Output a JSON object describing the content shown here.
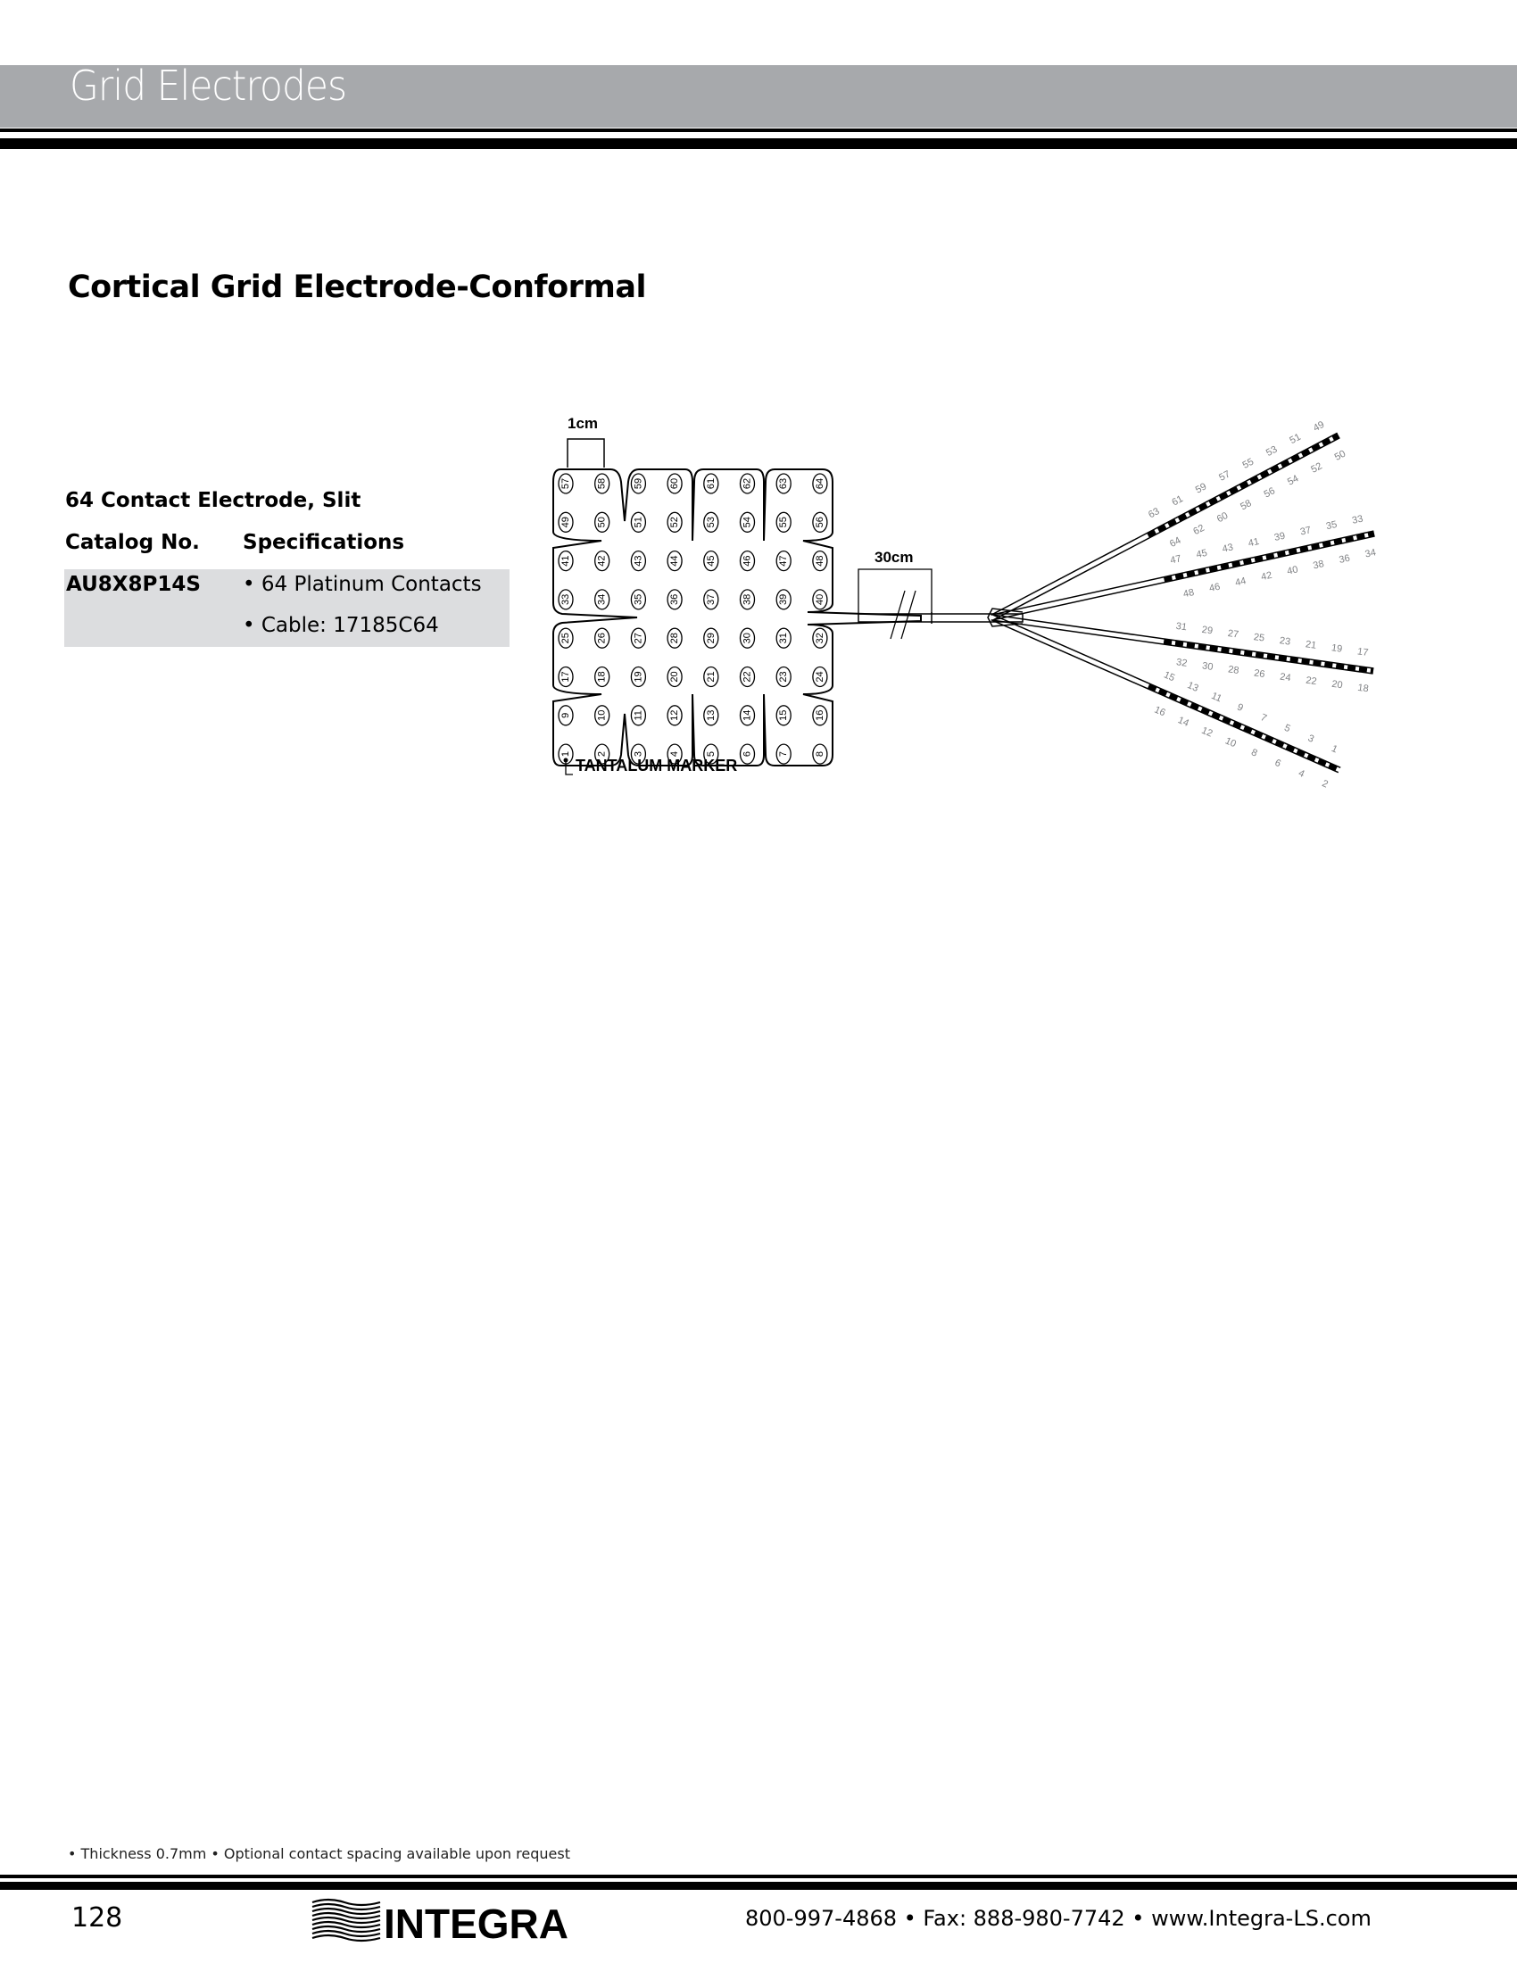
{
  "header": {
    "title": "Grid Electrodes"
  },
  "page_title": "Cortical Grid Electrode-Conformal",
  "product": {
    "subtitle": "64 Contact Electrode, Slit",
    "col_catalog": "Catalog No.",
    "col_specs": "Specifications",
    "catalog_no": "AU8X8P14S",
    "specs": [
      "•  64 Platinum Contacts",
      "•  Cable: 17185C64"
    ]
  },
  "diagram": {
    "scale_label": "1cm",
    "cable_label": "30cm",
    "marker_label": "TANTALUM MARKER",
    "grid_rows": [
      [
        57,
        58,
        59,
        60,
        61,
        62,
        63,
        64
      ],
      [
        49,
        50,
        51,
        52,
        53,
        54,
        55,
        56
      ],
      [
        41,
        42,
        43,
        44,
        45,
        46,
        47,
        48
      ],
      [
        33,
        34,
        35,
        36,
        37,
        38,
        39,
        40
      ],
      [
        25,
        26,
        27,
        28,
        29,
        30,
        31,
        32
      ],
      [
        17,
        18,
        19,
        20,
        21,
        22,
        23,
        24
      ],
      [
        9,
        10,
        11,
        12,
        13,
        14,
        15,
        16
      ],
      [
        1,
        2,
        3,
        4,
        5,
        6,
        7,
        8
      ]
    ],
    "leads": [
      {
        "above": [
          63,
          61,
          59,
          57,
          55,
          53,
          51,
          49
        ],
        "below": [
          64,
          62,
          60,
          58,
          56,
          54,
          52,
          50
        ]
      },
      {
        "above": [
          47,
          45,
          43,
          41,
          39,
          37,
          35,
          33
        ],
        "below": [
          48,
          46,
          44,
          42,
          40,
          38,
          36,
          34
        ]
      },
      {
        "above": [
          31,
          29,
          27,
          25,
          23,
          21,
          19,
          17
        ],
        "below": [
          32,
          30,
          28,
          26,
          24,
          22,
          20,
          18
        ]
      },
      {
        "above": [
          15,
          13,
          11,
          9,
          7,
          5,
          3,
          1
        ],
        "below": [
          16,
          14,
          12,
          10,
          8,
          6,
          4,
          2
        ]
      }
    ],
    "lead_label_color": "#808285"
  },
  "footer": {
    "note": "• Thickness 0.7mm   • Optional contact spacing available upon request",
    "page_number": "128",
    "brand": "INTEGRA",
    "contact": "800-997-4868 • Fax: 888-980-7742 • www.Integra-LS.com"
  }
}
